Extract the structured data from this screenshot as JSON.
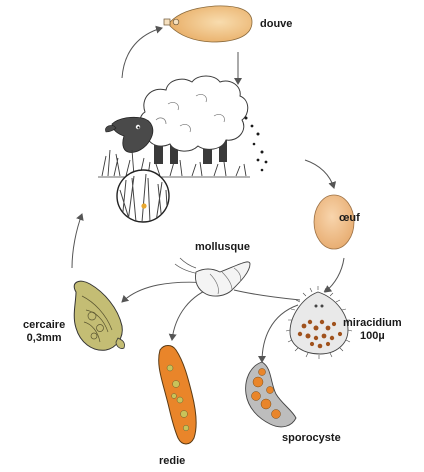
{
  "labels": {
    "douve": "douve",
    "oeuf": "œuf",
    "mollusque": "mollusque",
    "cercaire": [
      "cercaire",
      "0,3mm"
    ],
    "miracidium": [
      "miracidium",
      "100µ"
    ],
    "sporocyste": "sporocyste",
    "redie": "redie"
  },
  "colors": {
    "douve_fill": "#f3c98a",
    "egg_fill": "#f2c28e",
    "larva_orange": "#e9852a",
    "larva_green": "#c8c35a",
    "sporocyst_fill": "#b8b8b8",
    "cercaire_fill": "#b9b36a",
    "arrow": "#555555",
    "sheep_wool": "#ffffff",
    "sheep_head": "#4a4a4a"
  },
  "icons": [
    "liver-fluke",
    "sheep",
    "grass-with-cyst",
    "egg",
    "snail",
    "miracidium",
    "sporocyst",
    "redia",
    "cercaria"
  ]
}
